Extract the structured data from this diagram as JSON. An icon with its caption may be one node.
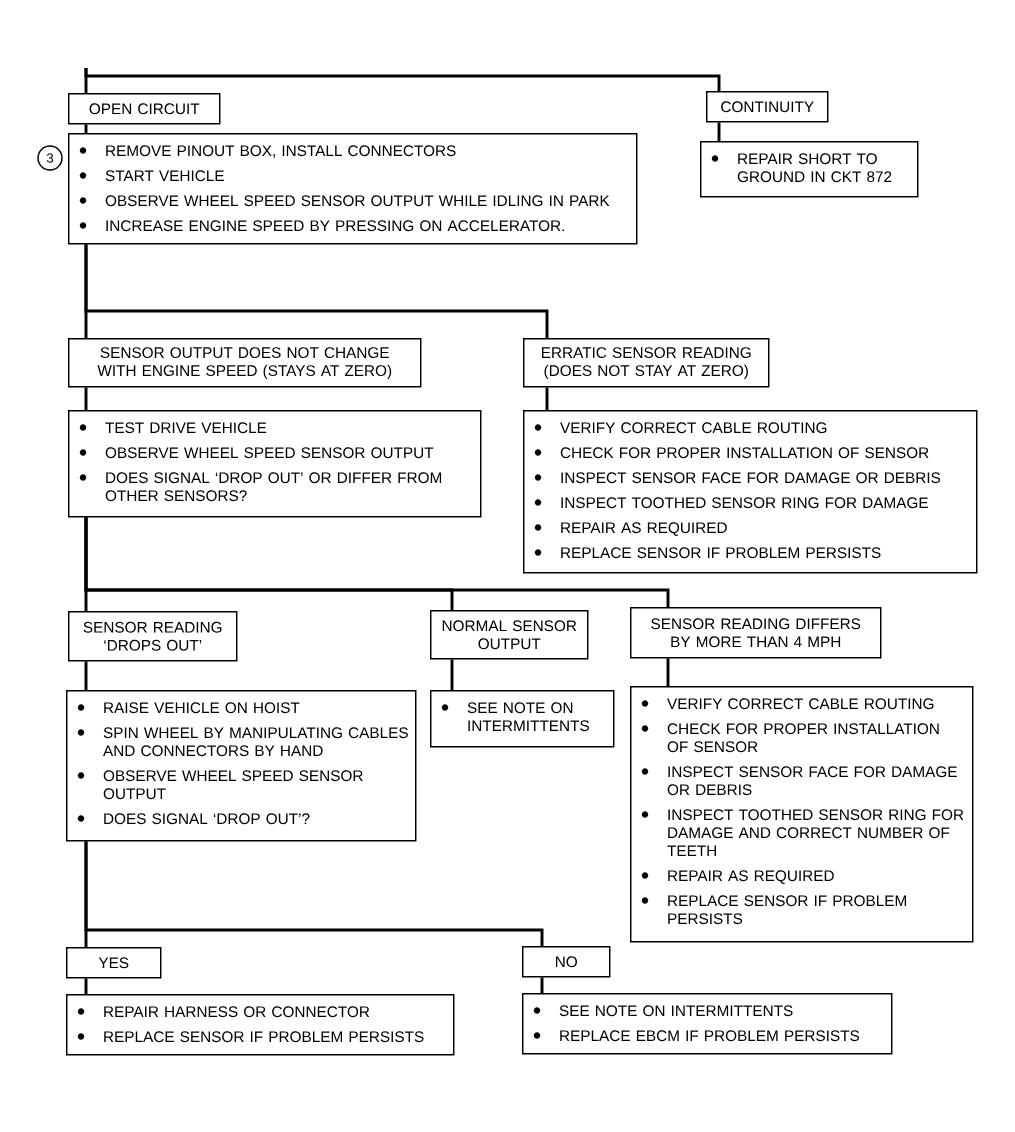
{
  "diagram": {
    "nodes": [
      {
        "text": [
          "OPEN CIRCUIT"
        ]
      },
      {
        "text": [
          "REMOVE PINOUT BOX, INSTALL CONNECTORS",
          "START VEHICLE",
          "OBSERVE WHEEL SPEED SENSOR OUTPUT WHILE IDLING IN PARK",
          "INCREASE ENGINE SPEED BY PRESSING ON ACCELERATOR."
        ]
      },
      {
        "text": [
          "CONTINUITY"
        ]
      },
      {
        "text": [
          "REPAIR SHORT TO GROUND IN CKT 872"
        ]
      },
      {
        "text": [
          "SENSOR OUTPUT DOES NOT CHANGE WITH ENGINE SPEED (STAYS AT ZERO)"
        ]
      },
      {
        "text": [
          "TEST DRIVE VEHICLE",
          "OBSERVE WHEEL SPEED SENSOR OUTPUT",
          "DOES SIGNAL ‘DROP OUT’ OR DIFFER FROM OTHER SENSORS?"
        ]
      },
      {
        "text": [
          "ERRATIC SENSOR READING (DOES NOT STAY AT ZERO)"
        ]
      },
      {
        "text": [
          "VERIFY CORRECT CABLE ROUTING",
          "CHECK FOR PROPER INSTALLATION OF SENSOR",
          "INSPECT SENSOR FACE FOR DAMAGE OR DEBRIS",
          "INSPECT TOOTHED SENSOR RING FOR DAMAGE",
          "REPAIR AS REQUIRED",
          "REPLACE SENSOR IF PROBLEM PERSISTS"
        ]
      },
      {
        "text": [
          "SENSOR READING ‘DROPS OUT’"
        ]
      },
      {
        "text": [
          "RAISE VEHICLE ON HOIST",
          "SPIN WHEEL BY MANIPULATING CABLES AND CONNECTORS BY HAND",
          "OBSERVE WHEEL SPEED SENSOR OUTPUT",
          "DOES SIGNAL ‘DROP OUT’?"
        ]
      },
      {
        "text": [
          "NORMAL SENSOR OUTPUT"
        ]
      },
      {
        "text": [
          "SEE NOTE ON INTERMITTENTS"
        ]
      },
      {
        "text": [
          "SENSOR READING DIFFERS BY MORE THAN 4 MPH"
        ]
      },
      {
        "text": [
          "VERIFY CORRECT CABLE ROUTING",
          "CHECK FOR PROPER INSTALLATION OF SENSOR",
          "INSPECT SENSOR FACE FOR DAMAGE OR DEBRIS",
          "INSPECT TOOTHED SENSOR RING FOR DAMAGE AND CORRECT NUMBER OF TEETH",
          "REPAIR AS REQUIRED",
          "REPLACE SENSOR IF PROBLEM PERSISTS"
        ]
      },
      {
        "text": [
          "YES"
        ]
      },
      {
        "text": [
          "REPAIR HARNESS OR CONNECTOR",
          "REPLACE SENSOR IF PROBLEM PERSISTS"
        ]
      },
      {
        "text": [
          "NO"
        ]
      },
      {
        "text": [
          "SEE NOTE ON INTERMITTENTS",
          "REPLACE EBCM IF PROBLEM PERSISTS"
        ]
      }
    ],
    "edges": [
      {
        "from": null,
        "to": 0,
        "arrow": "none"
      },
      {
        "from": null,
        "to": 2,
        "arrow": "none"
      },
      {
        "from": 0,
        "to": 1,
        "arrow": "none"
      },
      {
        "from": 2,
        "to": 3,
        "arrow": "none"
      },
      {
        "from": 1,
        "to": 4,
        "arrow": "none"
      },
      {
        "from": 1,
        "to": 6,
        "arrow": "none"
      },
      {
        "from": 4,
        "to": 5,
        "arrow": "none"
      },
      {
        "from": 6,
        "to": 7,
        "arrow": "none"
      },
      {
        "from": 5,
        "to": 8,
        "arrow": "none"
      },
      {
        "from": 5,
        "to": 10,
        "arrow": "none"
      },
      {
        "from": 5,
        "to": 12,
        "arrow": "none"
      },
      {
        "from": 8,
        "to": 9,
        "arrow": "none"
      },
      {
        "from": 10,
        "to": 11,
        "arrow": "none"
      },
      {
        "from": 12,
        "to": 13,
        "arrow": "none"
      },
      {
        "from": 9,
        "to": 14,
        "arrow": "none"
      },
      {
        "from": 9,
        "to": 16,
        "arrow": "none"
      },
      {
        "from": 14,
        "to": 15,
        "arrow": "none"
      },
      {
        "from": 16,
        "to": 17,
        "arrow": "none"
      }
    ],
    "labels": [
      "3"
    ]
  }
}
